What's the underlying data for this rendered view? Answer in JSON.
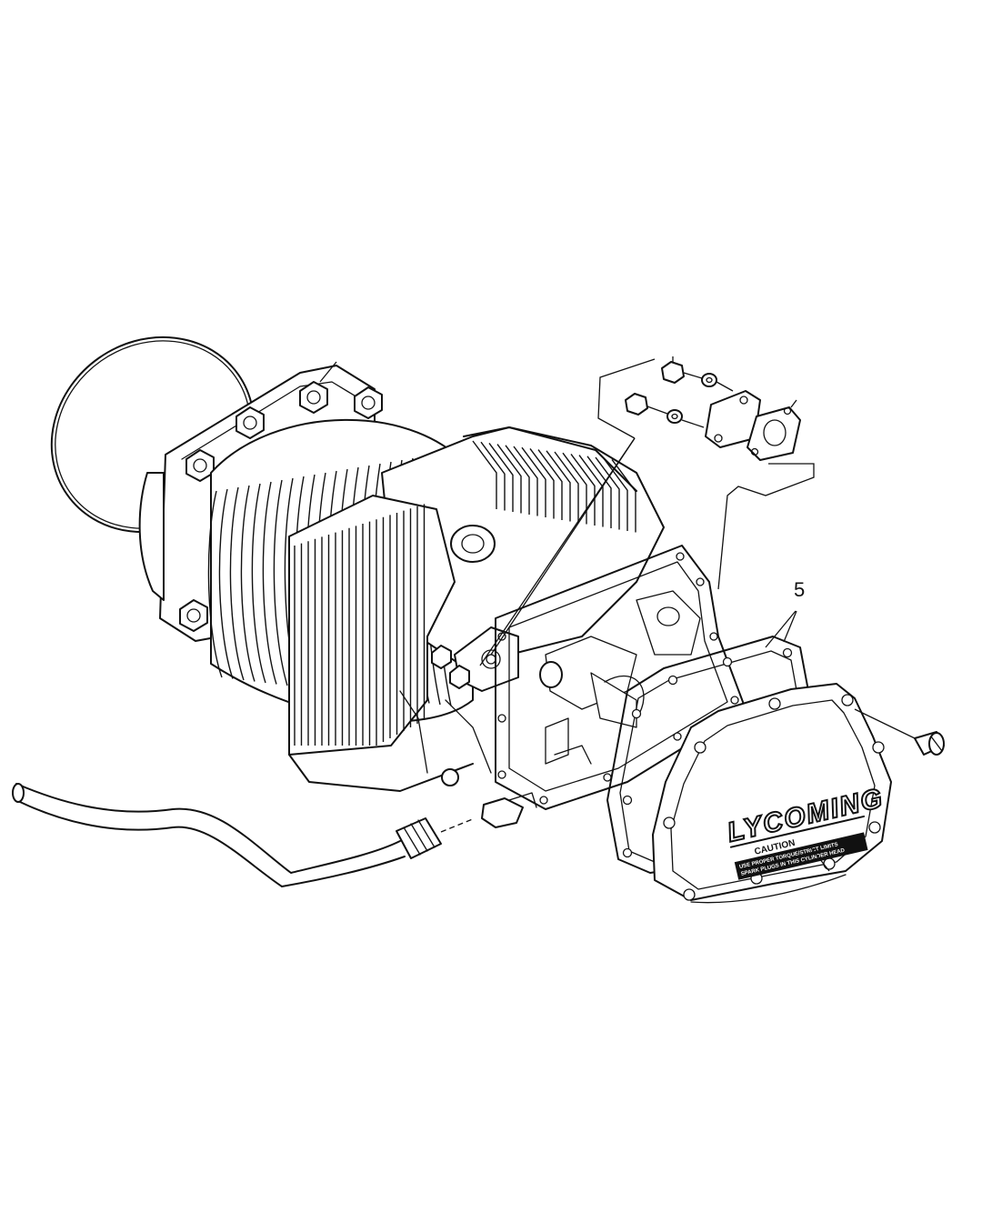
{
  "diagram": {
    "callouts": [
      {
        "id": "item-5",
        "label": "5"
      }
    ],
    "valve_cover": {
      "brand": "LYCOMING",
      "caution_title": "CAUTION",
      "caution_line1": "USE PROPER TORQUE/STRICT LIMITS",
      "caution_line2": "SPARK PLUGS IN THIS CYLINDER HEAD"
    }
  }
}
